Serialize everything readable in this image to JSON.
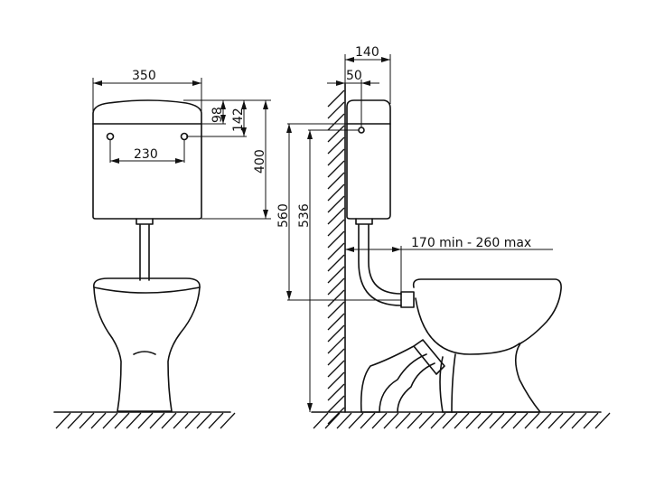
{
  "front_view": {
    "width_label": "350",
    "lid_height_label": "98",
    "button_height_label": "142",
    "tank_height_label": "400",
    "button_spacing_label": "230"
  },
  "side_view": {
    "depth_label": "140",
    "button_offset_label": "50",
    "tank_top_height_label": "560",
    "button_height_label": "536",
    "distance_label": "170 min - 260 max"
  }
}
